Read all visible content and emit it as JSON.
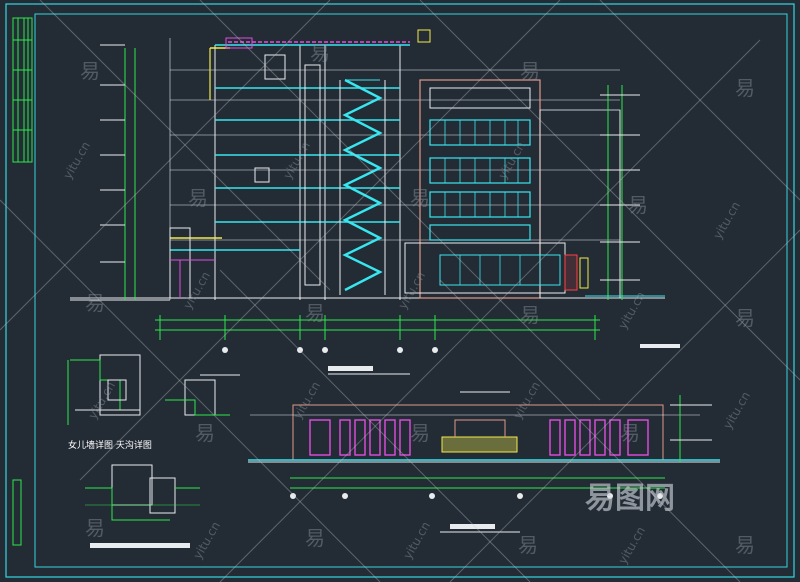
{
  "drawing": {
    "colors": {
      "background": "#232b35",
      "frame": "#35d6e0",
      "green": "#2ee84a",
      "white": "#e9ecef",
      "cyan": "#38e6f0",
      "magenta": "#e14ce0",
      "yellow": "#f2e94a",
      "salmon": "#e09a86",
      "red": "#ff4040"
    },
    "captions": {
      "detail_note": "女儿墙详图 天沟详图"
    }
  },
  "watermark": {
    "glyph": "易",
    "site": "yitu.cn",
    "logo_text": "易图网"
  }
}
